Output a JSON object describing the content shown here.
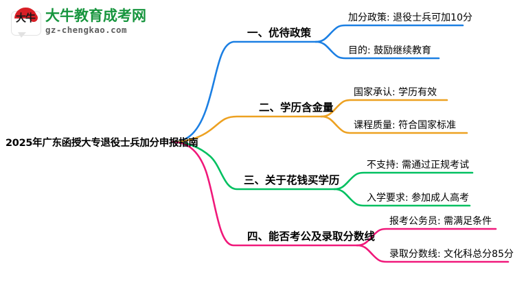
{
  "logo": {
    "mark_text": "大牛",
    "title": "大牛教育成考网",
    "domain": "gz-chengkao.com",
    "brand_green": "#17953e",
    "brand_red": "#d81f26"
  },
  "mindmap": {
    "root": "2025年广东函授大专退役士兵加分申报指南",
    "branches": [
      {
        "label": "一、优待政策",
        "color": "#1b7fe3",
        "leaves": [
          "加分政策: 退役士兵可加10分",
          "目的: 鼓励继续教育"
        ]
      },
      {
        "label": "二、学历含金量",
        "color": "#eda121",
        "leaves": [
          "国家承认: 学历有效",
          "课程质量: 符合国家标准"
        ]
      },
      {
        "label": "三、关于花钱买学历",
        "color": "#00c060",
        "leaves": [
          "不支持: 需通过正规考试",
          "入学要求: 参加成人高考"
        ]
      },
      {
        "label": "四、能否考公及录取分数线",
        "color": "#f0187a",
        "leaves": [
          "报考公务员: 需满足条件",
          "录取分数线: 文化科总分85分"
        ]
      }
    ]
  }
}
